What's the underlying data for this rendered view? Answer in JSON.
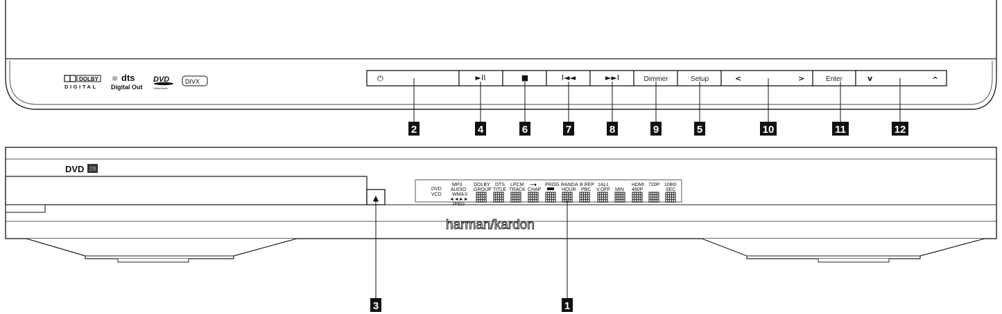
{
  "top_panel": {
    "logos": {
      "dolby_main": "DOLBY",
      "dolby_sub": "DIGITAL",
      "dts_main": "dts",
      "dts_sub": "Digital Out",
      "dvd_main": "DVD",
      "dvd_sub": "Video/Audio",
      "divx": "DIVX"
    },
    "buttons": {
      "power": "⏻",
      "play_pause": "►II",
      "stop": "■",
      "prev": "I◄◄",
      "next": "►►I",
      "dimmer": "Dimmer",
      "setup": "Setup",
      "left": "<",
      "right": ">",
      "enter": "Enter",
      "down": "v",
      "up": "^"
    },
    "callouts": {
      "power": "2",
      "play_pause": "4",
      "stop": "6",
      "prev": "7",
      "next": "8",
      "dimmer": "9",
      "setup": "5",
      "left_right": "10",
      "enter": "11",
      "up_down": "12"
    }
  },
  "front_panel": {
    "model_label": "DVD",
    "model_badge": "28",
    "eject_glyph": "▲",
    "brand": "harman/kardon",
    "callouts": {
      "eject": "3",
      "display": "1"
    },
    "display": {
      "labels": {
        "dvd": "DVD",
        "vcd": "VCD",
        "mp3": "MP3",
        "audio": "AUDIO",
        "wma": "WMA",
        "ii": "II",
        "arrows": "◄◄►►",
        "jpeg": "JPEG",
        "dolby": "DOLBY",
        "group": "GROUP",
        "dts": "DTS",
        "title": "TITLE",
        "lpcm": "LPCM",
        "track": "TRACK",
        "key": "⊸●",
        "chap": "CHAP",
        "prog": "PROG",
        "randa": "RANDA",
        "hour": "HOUR",
        "brep": "B REP",
        "pbc": "PBC",
        "all1": "1ALL",
        "voff": "V.OFF",
        "min": "MIN",
        "hdmi": "HDMI",
        "p480": "480P",
        "p720": "720P",
        "i1080": "1080I",
        "sec": "SEC"
      }
    }
  }
}
